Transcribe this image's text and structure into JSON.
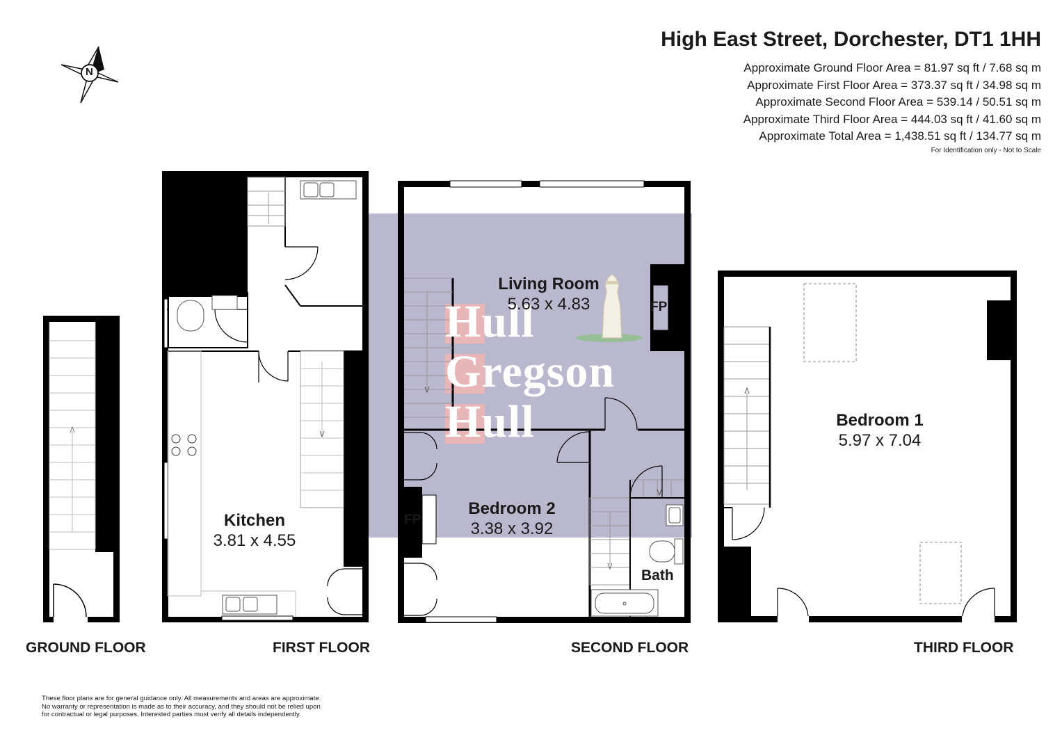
{
  "header": {
    "title": "High East Street, Dorchester, DT1 1HH",
    "areas": [
      "Approximate Ground Floor Area = 81.97 sq ft / 7.68 sq m",
      "Approximate First Floor Area = 373.37 sq ft / 34.98 sq m",
      "Approximate Second Floor Area = 539.14 / 50.51 sq m",
      "Approximate Third Floor Area = 444.03 sq ft / 41.60 sq m",
      "Approximate Total Area = 1,438.51 sq ft / 134.77 sq m"
    ],
    "note": "For Identification only - Not to Scale"
  },
  "compass": {
    "letter": "N"
  },
  "floors": {
    "ground": "GROUND FLOOR",
    "first": "FIRST FLOOR",
    "second": "SECOND FLOOR",
    "third": "THIRD FLOOR"
  },
  "rooms": {
    "kitchen": {
      "name": "Kitchen",
      "dims": "3.81 x 4.55"
    },
    "living": {
      "name": "Living Room",
      "dims": "5.63 x 4.83"
    },
    "bedroom2": {
      "name": "Bedroom 2",
      "dims": "3.38 x 3.92"
    },
    "bedroom1": {
      "name": "Bedroom 1",
      "dims": "5.97 x 7.04"
    },
    "bath": {
      "name": "Bath"
    }
  },
  "fixtures": {
    "fp": "FP"
  },
  "watermark": {
    "line1": "Hull",
    "line2": "Gregson",
    "line3": "Hull"
  },
  "disclaimer": [
    "These floor plans are for general guidance only. All measurements and areas are approximate.",
    "No warranty or representation is made as to their accuracy, and they should not be relied upon",
    "for contractual or legal purposes. Interested parties must verify all details independently."
  ],
  "colors": {
    "wall": "#000000",
    "watermark_band": "#b9b8cf",
    "watermark_letter_bg": "#e8b6b6"
  }
}
